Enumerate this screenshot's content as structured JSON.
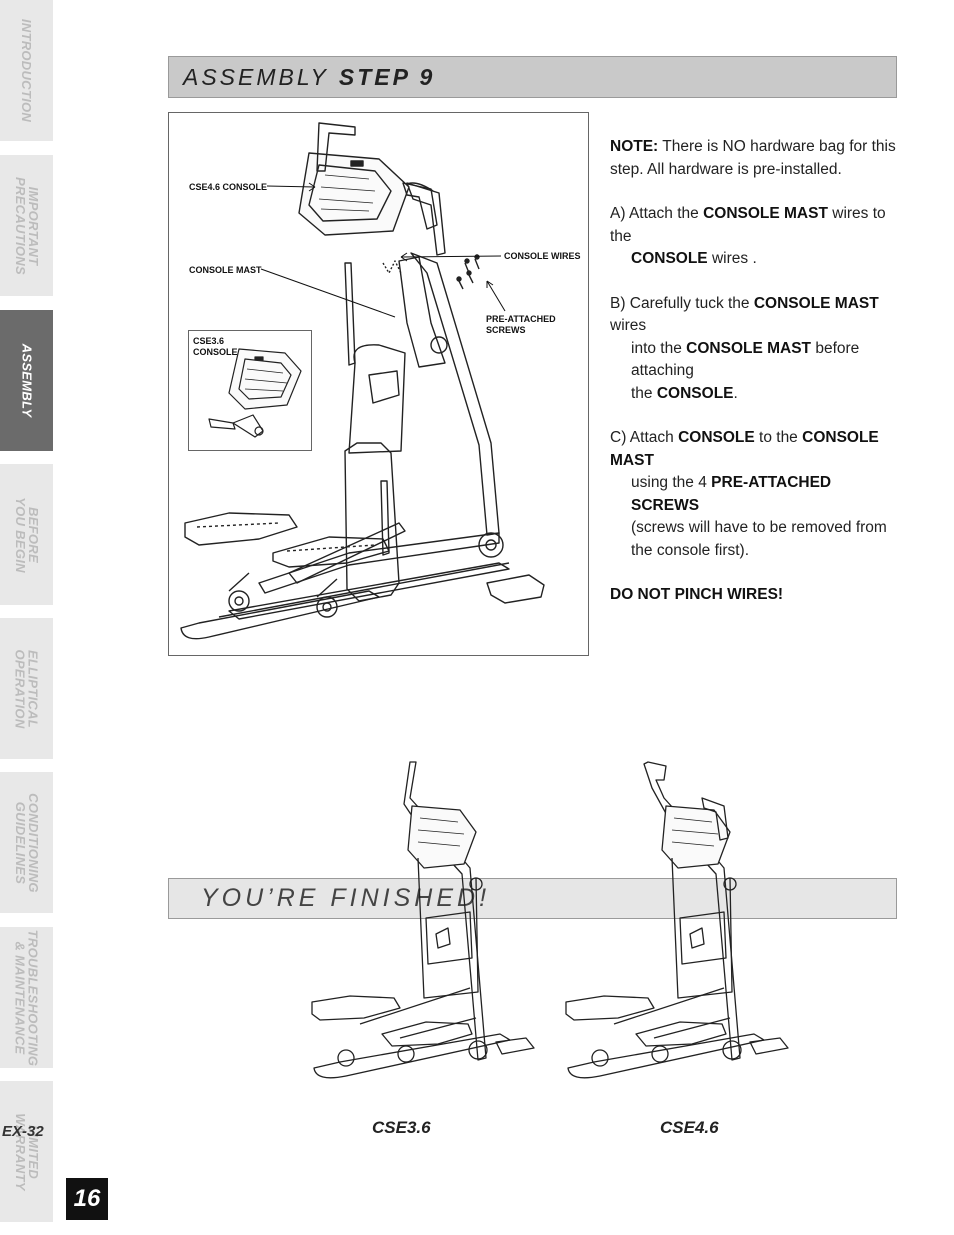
{
  "side_tabs": [
    {
      "label": "INTRODUCTION",
      "active": false
    },
    {
      "label": "IMPORTANT\nPRECAUTIONS",
      "active": false
    },
    {
      "label": "ASSEMBLY",
      "active": true
    },
    {
      "label": "BEFORE\nYOU BEGIN",
      "active": false
    },
    {
      "label": "ELLIPTICAL\nOPERATION",
      "active": false
    },
    {
      "label": "CONDITIONING\nGUIDELINES",
      "active": false
    },
    {
      "label": "TROUBLESHOOTING\n& MAINTENANCE",
      "active": false
    },
    {
      "label": "LIMITED\nWARRANTY",
      "active": false
    }
  ],
  "page_number": "16",
  "doc_code": "EX-32",
  "header": {
    "prefix": "ASSEMBLY",
    "step": "STEP 9"
  },
  "figure": {
    "callouts": {
      "cse46_console": "CSE4.6 CONSOLE",
      "console_mast": "CONSOLE MAST",
      "console_wires": "CONSOLE WIRES",
      "screws_line1": "PRE-ATTACHED",
      "screws_line2": "SCREWS",
      "inset_line1": "CSE3.6",
      "inset_line2": "CONSOLE"
    }
  },
  "instructions": {
    "note_label": "NOTE:",
    "note_text": " There is NO hardware bag for this step. All hardware is pre-installed.",
    "a": {
      "prefix": "A) Attach the ",
      "b1": "CONSOLE MAST",
      "mid": " wires to the",
      "b2": "CONSOLE",
      "suffix": " wires ."
    },
    "b": {
      "prefix": "B) Carefully tuck the ",
      "b1": "CONSOLE MAST",
      "mid": " wires",
      "mid2": "into the ",
      "b2": "CONSOLE MAST",
      "mid3": " before attaching",
      "mid4": "the ",
      "b3": "CONSOLE",
      "suffix": "."
    },
    "c": {
      "prefix": "C) Attach ",
      "b1": "CONSOLE",
      "mid": " to the ",
      "b2": "CONSOLE MAST",
      "mid2": "using the 4 ",
      "b3": "PRE-ATTACHED SCREWS",
      "line3": "(screws will have to be removed from",
      "line4": "the console first)."
    },
    "warning": "DO NOT PINCH WIRES!"
  },
  "finished": {
    "title": "YOU’RE FINISHED!"
  },
  "models": [
    "CSE3.6",
    "CSE4.6"
  ]
}
